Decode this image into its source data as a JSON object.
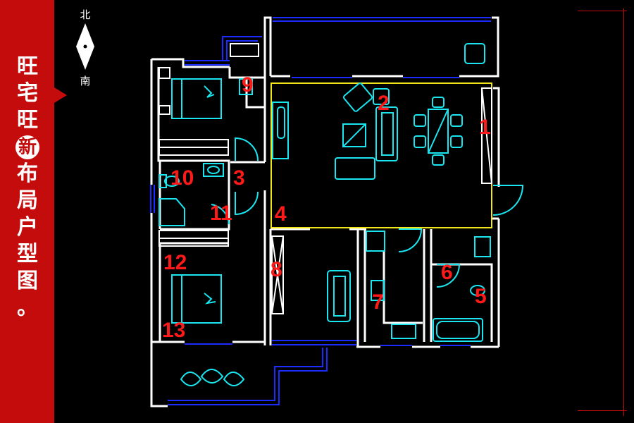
{
  "title_chars": [
    "旺",
    "宅",
    "旺",
    "新",
    "布",
    "局",
    "户",
    "型",
    "图",
    "。"
  ],
  "compass": {
    "north": "北",
    "south": "南"
  },
  "room_numbers": [
    "1",
    "2",
    "3",
    "4",
    "5",
    "6",
    "7",
    "8",
    "9",
    "10",
    "11",
    "12",
    "13"
  ],
  "colors": {
    "banner": "#c40c0c",
    "wall": "#ffffff",
    "window": "#1a2cff",
    "furniture": "#19e6f0",
    "zone": "#f0e61a",
    "label": "#ff1a1a",
    "background": "#000000"
  }
}
